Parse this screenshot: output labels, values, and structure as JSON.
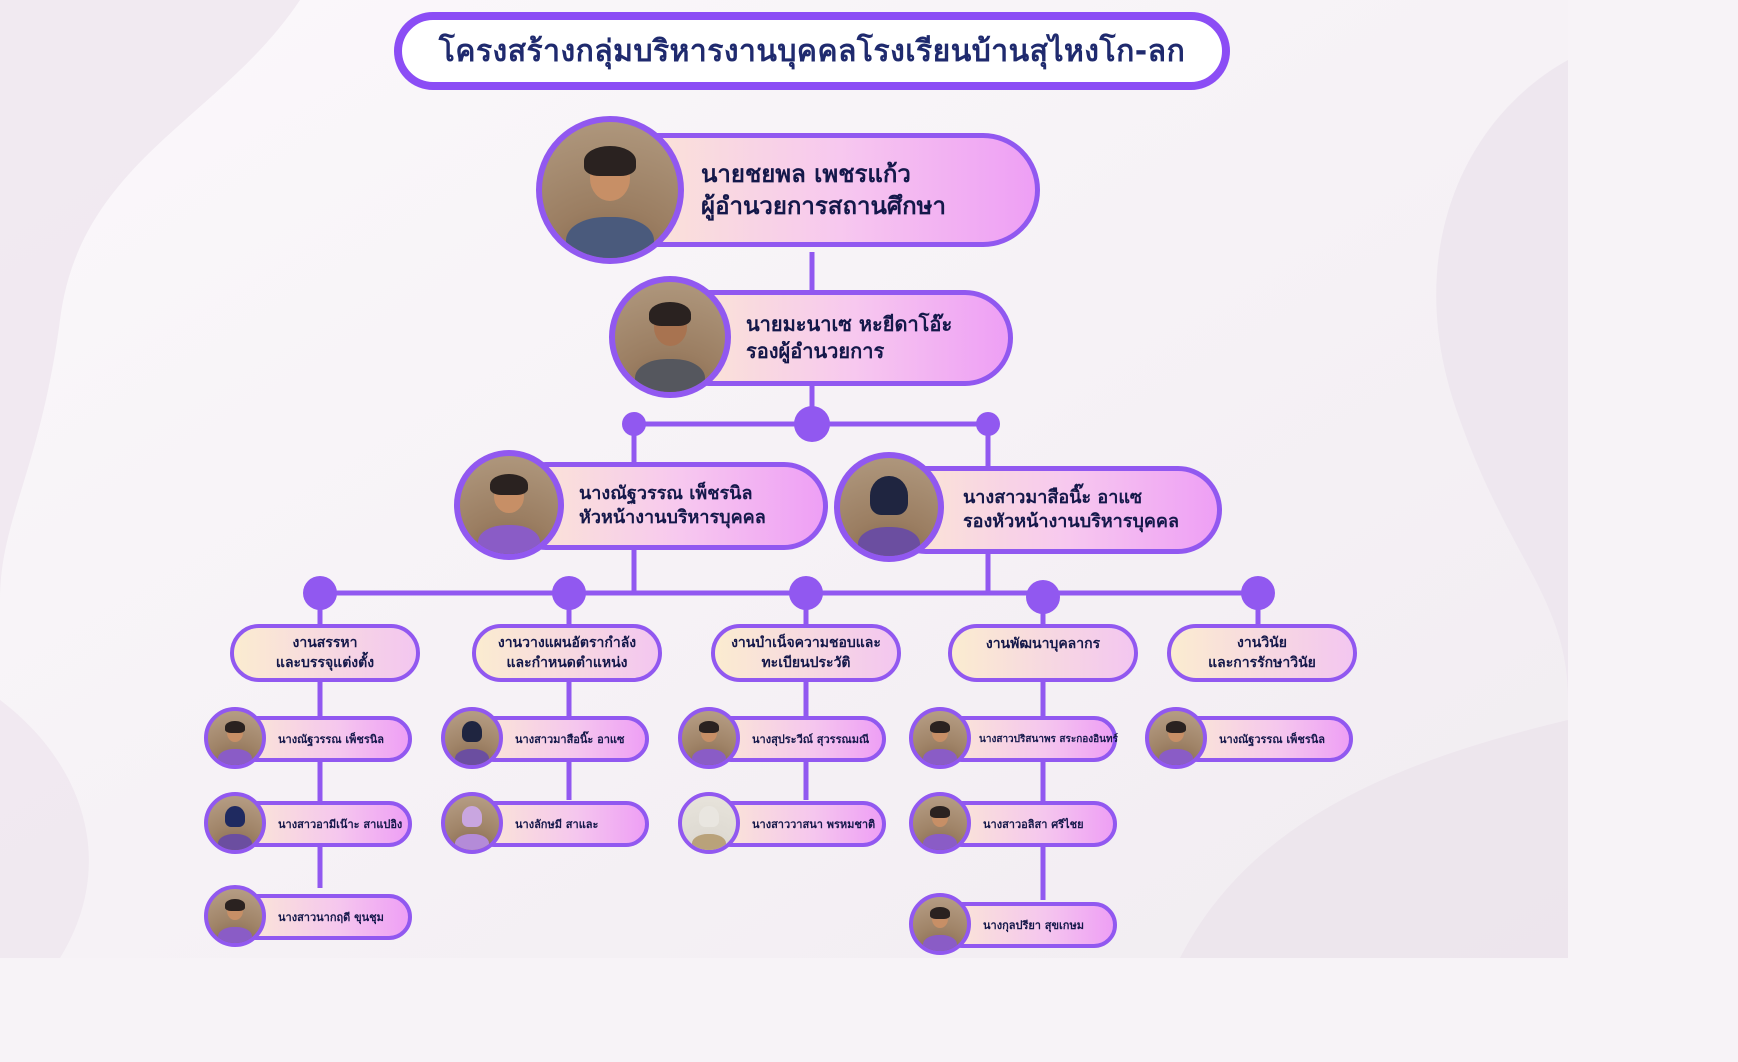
{
  "title": "โครงสร้างกลุ่มบริหารงานบุคคลโรงเรียนบ้านสุไหงโก-ลก",
  "colors": {
    "accent": "#9158f0",
    "title_text": "#1f2a6e",
    "bar_start": "#fbe9d2",
    "bar_end": "#ee9ff5"
  },
  "director": {
    "name": "นายชยพล  เพชรแก้ว",
    "position": "ผู้อำนวยการสถานศึกษา"
  },
  "deputy": {
    "name": "นายมะนาเซ หะยีดาโอ๊ะ",
    "position": "รองผู้อำนวยการ"
  },
  "head": {
    "name": "นางณัฐวรรณ เพ็ชรนิล",
    "position": "หัวหน้างานบริหารบุคคล"
  },
  "deputy_head": {
    "name": "นางสาวมาสือนิ๊ะ อาแซ",
    "position": "รองหัวหน้างานบริหารบุคคล"
  },
  "departments": [
    {
      "line1": "งานสรรหา",
      "line2": "และบรรจุแต่งตั้ง",
      "staff": [
        "นางณัฐวรรณ เพ็ชรนิล",
        "นางสาวอามีเน๊าะ สาแปอิง",
        "นางสาวนากฤดี ขุนชุม"
      ]
    },
    {
      "line1": "งานวางแผนอัตรากำลัง",
      "line2": "และกำหนดตำแหน่ง",
      "staff": [
        "นางสาวมาสือนิ๊ะ อาแซ",
        "นางลักษมี สาและ"
      ]
    },
    {
      "line1": "งานบำเน็จความชอบและ",
      "line2": "ทะเบียนประวัติ",
      "staff": [
        "นางสุประวีณ์ สุวรรณมณี",
        "นางสาววาสนา พรหมชาติ"
      ]
    },
    {
      "line1": "งานพัฒนาบุคลากร",
      "line2": "",
      "staff": [
        "นางสาวปริสนาพร สระกองอินทร์",
        "นางสาวอลิสา ศรีไชย",
        "นางกุลปรียา สุขเกษม"
      ]
    },
    {
      "line1": "งานวินัย",
      "line2": "และการรักษาวินัย",
      "staff": [
        "นางณัฐวรรณ เพ็ชรนิล"
      ]
    }
  ]
}
